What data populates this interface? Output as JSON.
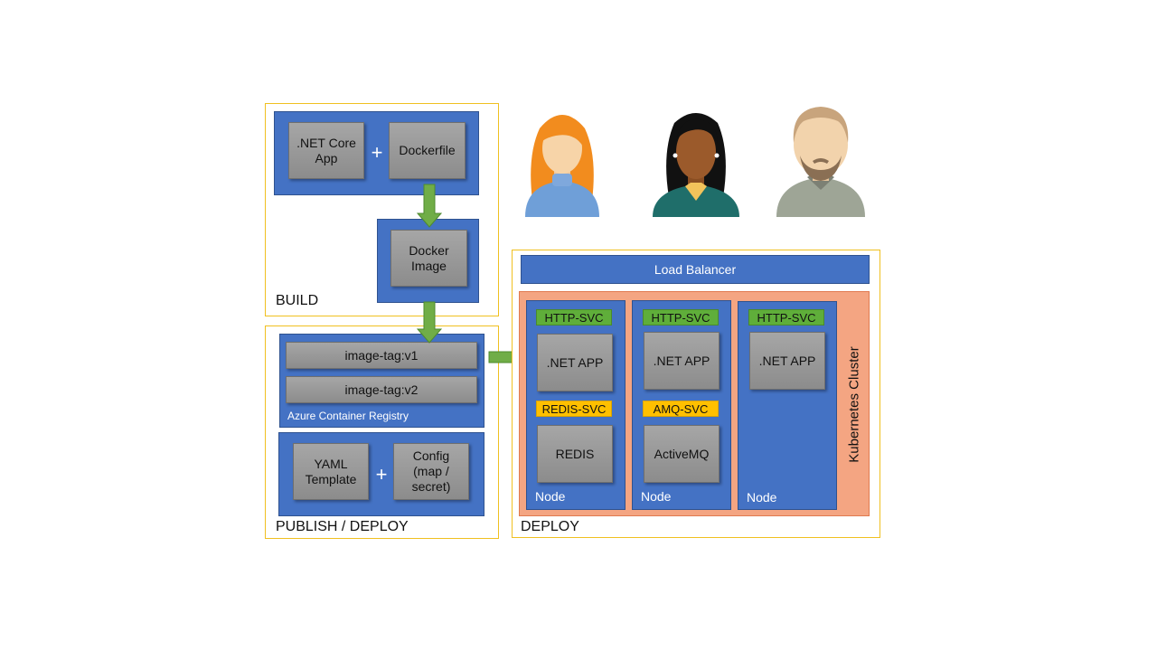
{
  "build": {
    "section_label": "BUILD",
    "app_label": ".NET Core\nApp",
    "plus": "+",
    "dockerfile_label": "Dockerfile",
    "docker_image_label": "Docker\nImage"
  },
  "publish": {
    "section_label": "PUBLISH / DEPLOY",
    "tag_v1": "image-tag:v1",
    "tag_v2": "image-tag:v2",
    "registry_label": "Azure Container Registry",
    "yaml_label": "YAML\nTemplate",
    "plus": "+",
    "config_label": "Config\n(map /\nsecret)"
  },
  "deploy": {
    "section_label": "DEPLOY",
    "load_balancer": "Load Balancer",
    "cluster_label": "Kubernetes Cluster",
    "nodes": [
      {
        "label": "Node",
        "svc": "HTTP-SVC",
        "app": ".NET APP",
        "svc2": "REDIS-SVC",
        "app2": "REDIS"
      },
      {
        "label": "Node",
        "svc": "HTTP-SVC",
        "app": ".NET APP",
        "svc2": "AMQ-SVC",
        "app2": "ActiveMQ"
      },
      {
        "label": "Node",
        "svc": "HTTP-SVC",
        "app": ".NET APP"
      }
    ]
  },
  "people": [
    "woman-orange-hair-avatar",
    "woman-dark-hair-avatar",
    "man-beard-avatar"
  ],
  "colors": {
    "accent_blue": "#4472c4",
    "arrow_green": "#70ad47",
    "svc_green": "#5fae3a",
    "svc_yellow": "#ffc000",
    "cluster_salmon": "#f4a582",
    "frame_gold": "#f0c020"
  }
}
